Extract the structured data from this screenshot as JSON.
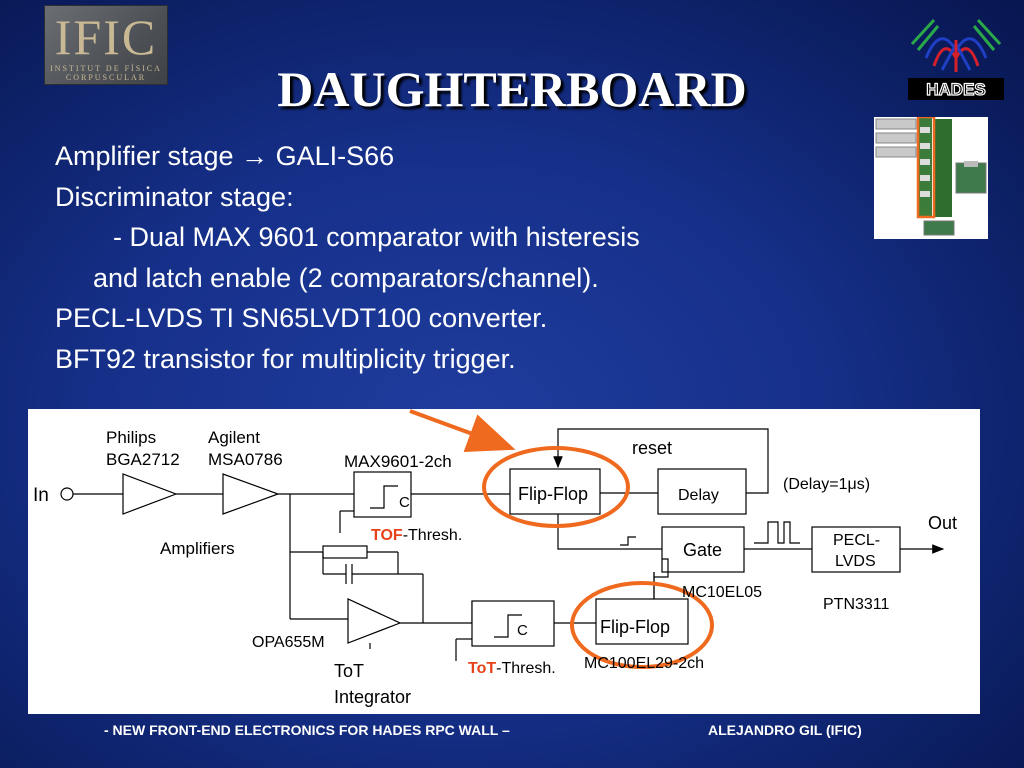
{
  "header": {
    "logo_main": "IFIC",
    "logo_line1": "INSTITUT DE FÍSICA",
    "logo_line2": "CORPUSCULAR",
    "title": "DAUGHTERBOARD",
    "hades_logo_text": "HADES"
  },
  "bullets": {
    "line1": "Amplifier stage → GALI-S66",
    "line2": "Discriminator stage:",
    "line3": "- Dual MAX 9601 comparator with histeresis",
    "line4": "and latch enable (2 comparators/channel).",
    "line5": "PECL-LVDS TI SN65LVDT100 converter.",
    "line6": "BFT92 transistor for multiplicity trigger."
  },
  "diagram": {
    "input": "In",
    "amp1_name": "Philips",
    "amp1_part": "BGA2712",
    "amp2_name": "Agilent",
    "amp2_part": "MSA0786",
    "amplifiers": "Amplifiers",
    "comparator_top": "MAX9601-2ch",
    "comp_symbol": "C",
    "tof_prefix": "TOF",
    "tof_suffix": "-Thresh.",
    "tot_prefix": "ToT",
    "tot_suffix": "-Thresh.",
    "reset": "reset",
    "flipflop": "Flip-Flop",
    "delay": "Delay",
    "delay_value": "(Delay=1μs)",
    "gate": "Gate",
    "gate_part": "MC10EL05",
    "ff2_part": "MC100EL29-2ch",
    "pecl_line1": "PECL-",
    "pecl_line2": "LVDS",
    "pecl_part": "PTN3311",
    "output": "Out",
    "opamp": "OPA655M",
    "tot_line1": "ToT",
    "tot_line2": "Integrator"
  },
  "footer": {
    "left": "- NEW FRONT-END ELECTRONICS FOR HADES RPC WALL –",
    "right": "ALEJANDRO GIL (IFIC)"
  },
  "colors": {
    "accent_orange": "#ef6a1f",
    "text_white": "#ffffff",
    "background_blue": "#16308a",
    "tof_red": "#e8421a"
  }
}
